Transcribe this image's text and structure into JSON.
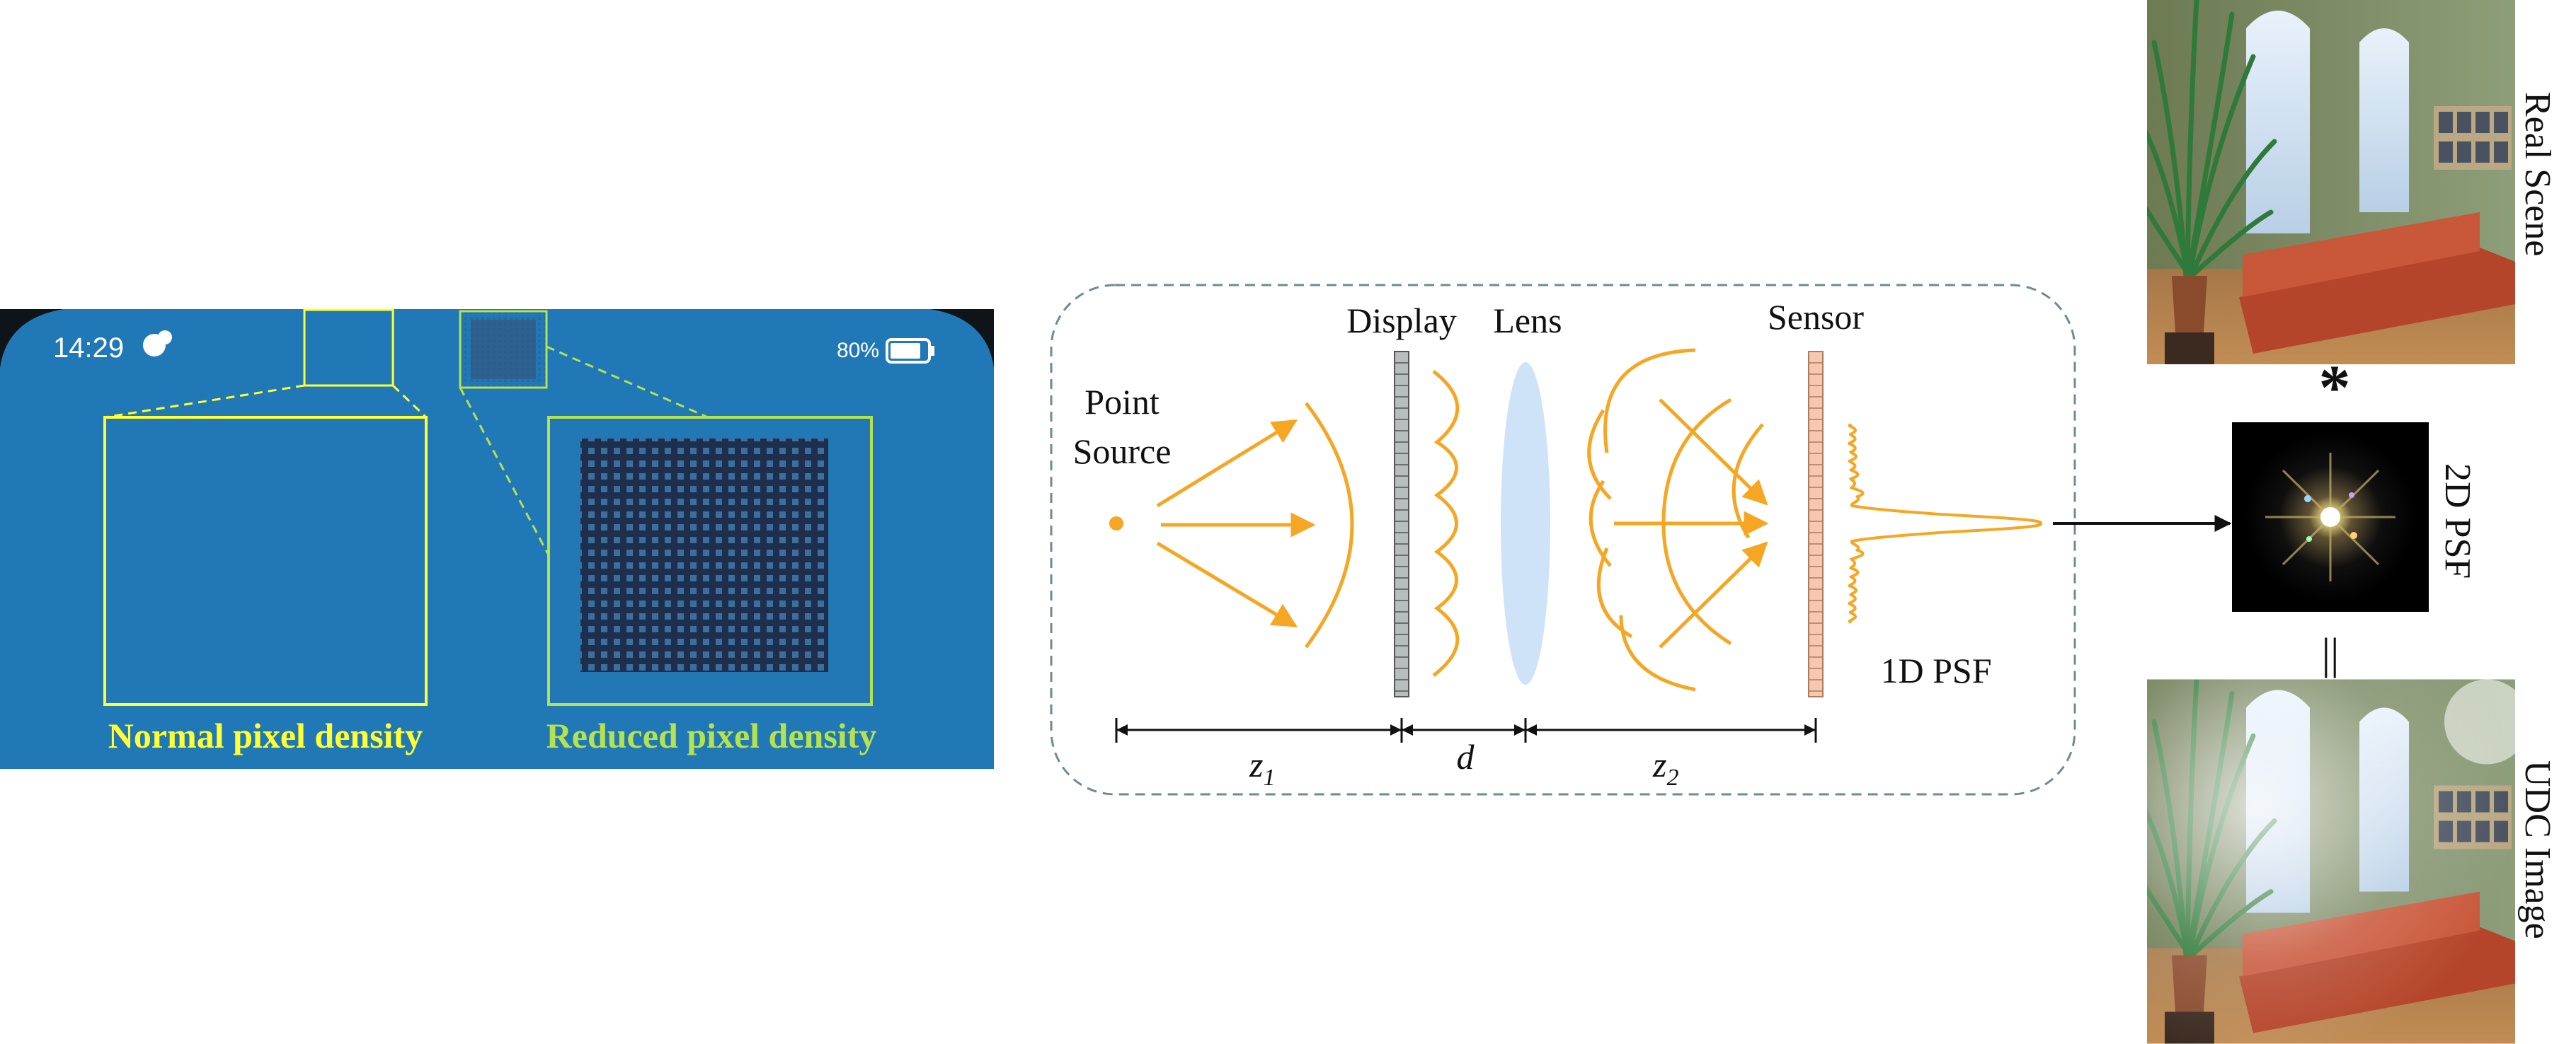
{
  "phone": {
    "time": "14:29",
    "battery": "80%",
    "label_normal": "Normal pixel density",
    "label_reduced": "Reduced pixel density",
    "colors": {
      "screen": "#1f76b4",
      "normal_label": "#ffff33",
      "reduced_label": "#b5e24f",
      "box": "#ffff33"
    }
  },
  "optics": {
    "point_source": [
      "Point",
      "Source"
    ],
    "display": "Display",
    "lens": "Lens",
    "sensor": "Sensor",
    "psf_1d": "1D PSF",
    "dims": {
      "z1": "z",
      "z1_sub": "1",
      "d": "d",
      "z2": "z",
      "z2_sub": "2"
    },
    "colors": {
      "ray": "#f5a623",
      "lens": "#cfe3f8",
      "display": "#b8bdbd",
      "sensor": "#f4c9b0",
      "frame": "#6e8a94"
    }
  },
  "composition": {
    "real_scene": "Real Scene",
    "psf_2d": "2D PSF",
    "udc_image": "UDC Image",
    "convolve": "*",
    "equals": "||"
  }
}
